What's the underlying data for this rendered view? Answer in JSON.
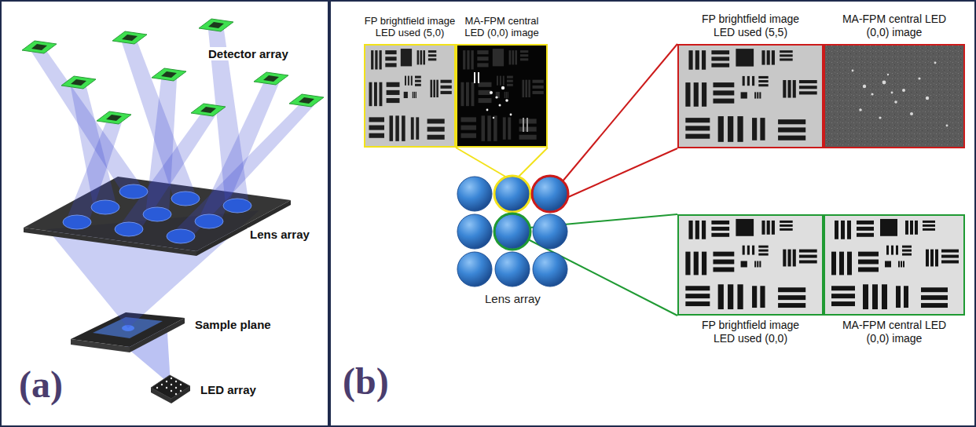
{
  "diagram": {
    "nodes": [
      {
        "text": [
          "FP brightfield image LED used (5,0)"
        ]
      },
      {
        "text": [
          "MA-FPM central LED (0,0) image"
        ]
      },
      {
        "text": [
          "FP brightfield image LED used (5,5)"
        ]
      },
      {
        "text": [
          "MA-FPM central LED (0,0) image"
        ]
      },
      {
        "text": [
          "FP brightfield image LED used (0,0)"
        ]
      },
      {
        "text": [
          "MA-FPM central LED (0,0) image"
        ]
      }
    ],
    "labels": [
      "Detector array",
      "Lens array",
      "Sample plane",
      "LED array",
      "(a)",
      "(b)",
      "Lens array"
    ]
  }
}
